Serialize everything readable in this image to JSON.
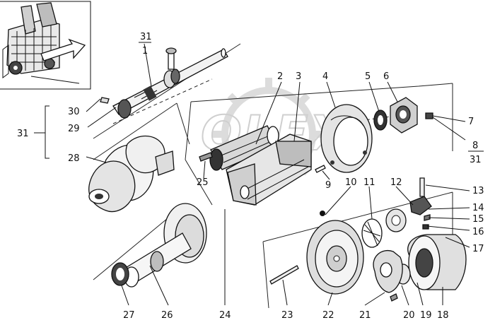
{
  "watermark": "OLEX",
  "callouts": {
    "c1": "1",
    "c2": "2",
    "c3": "3",
    "c4": "4",
    "c5": "5",
    "c6": "6",
    "c7": "7",
    "c8": "8",
    "c9": "9",
    "c10": "10",
    "c11": "11",
    "c12": "12",
    "c13": "13",
    "c14": "14",
    "c15": "15",
    "c16": "16",
    "c17": "17",
    "c18": "18",
    "c19": "19",
    "c20": "20",
    "c21": "21",
    "c22": "22",
    "c23": "23",
    "c24": "24",
    "c25": "25",
    "c26": "26",
    "c27": "27",
    "c28": "28",
    "c29": "29",
    "c30": "30",
    "c31_top": "31",
    "c31_group": "31",
    "c31_ref": "31"
  },
  "colors": {
    "ink": "#111111",
    "watermark": "#d9d9d9",
    "paper": "#ffffff"
  }
}
